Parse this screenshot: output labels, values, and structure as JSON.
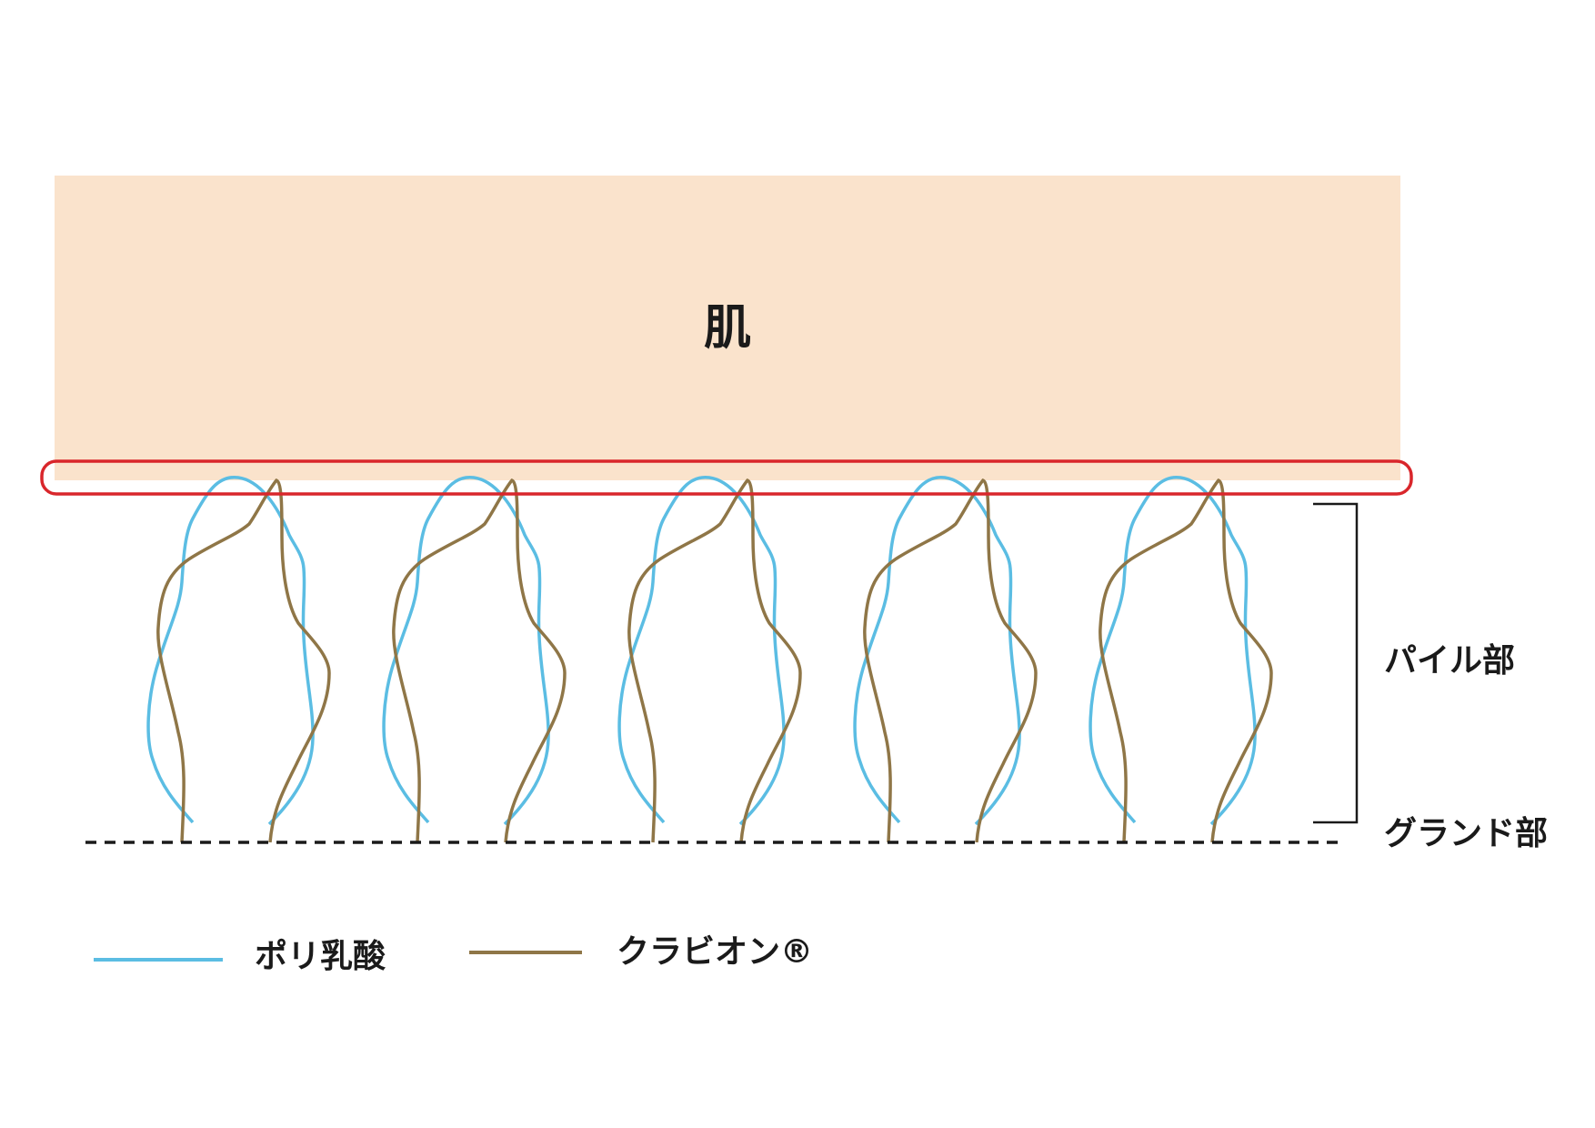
{
  "skin": {
    "label": "肌",
    "fill_color": "#fae3cc"
  },
  "contact_highlight": {
    "stroke_color": "#d9262b"
  },
  "pile_section": {
    "label": "パイル部"
  },
  "ground_section": {
    "label": "グランド部"
  },
  "fibers": {
    "loop_count": 5
  },
  "legend": {
    "items": [
      {
        "label": "ポリ乳酸",
        "color": "#5bbde3"
      },
      {
        "label": "クラビオン®",
        "color": "#8f7647"
      }
    ]
  }
}
